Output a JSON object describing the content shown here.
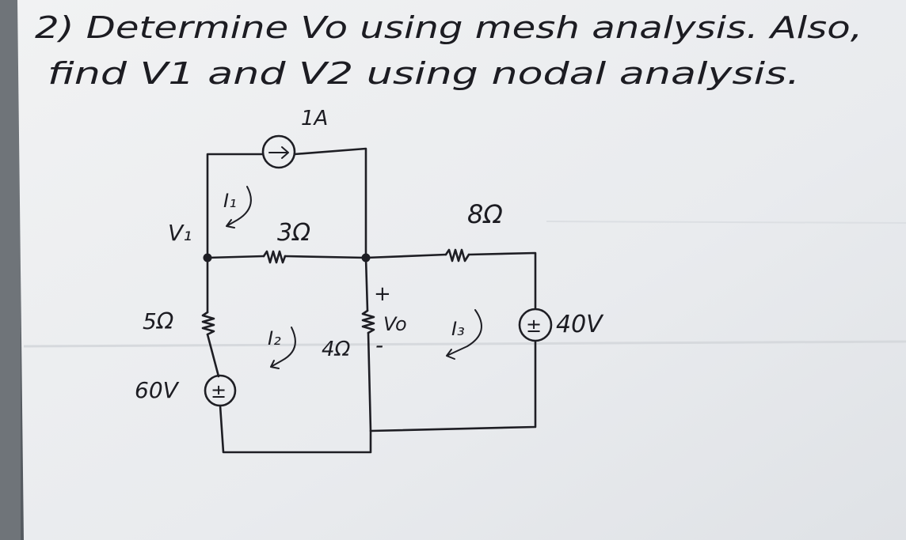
{
  "problem": {
    "line1": "2) Determine Vo using mesh analysis. Also,",
    "line2": "find V1 and V2 using nodal analysis."
  },
  "circuit": {
    "current_source": "1A",
    "r_top": "3Ω",
    "r_right": "8Ω",
    "r_left": "5Ω",
    "r_mid": "4Ω",
    "v_left": "60V",
    "v_right": "40V",
    "node_v1": "V₁",
    "vo_plus": "+",
    "vo_label": "Vo",
    "vo_minus": "-",
    "mesh1": "I₁",
    "mesh2": "I₂",
    "mesh3": "I₃",
    "src_sign": "±"
  },
  "colors": {
    "paper": "#eceef0",
    "ink": "#1e1e24",
    "background": "#555a60"
  }
}
